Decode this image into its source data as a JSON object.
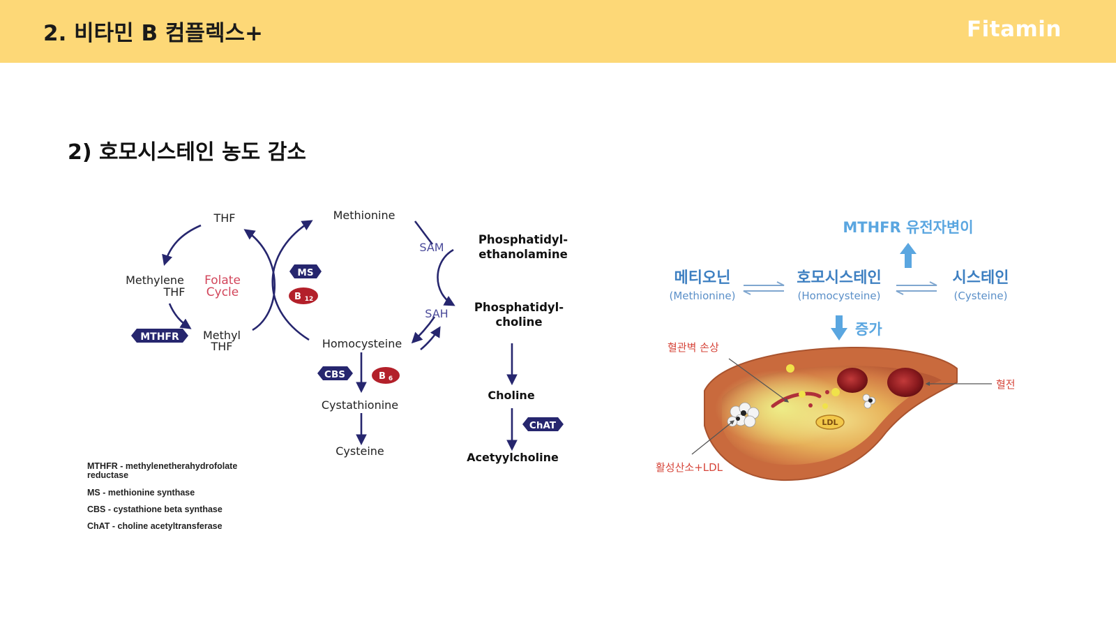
{
  "header": {
    "title": "2. 비타민 B 컴플렉스+",
    "brand": "Fitamin",
    "bg_color": "#fdd877"
  },
  "section": {
    "title": "2) 호모시스테인 농도 감소"
  },
  "pathway": {
    "thf": "THF",
    "methylene_1": "Methylene",
    "methylene_2": "THF",
    "folate_1": "Folate",
    "folate_2": "Cycle",
    "mthfr": "MTHFR",
    "methyl_1": "Methyl",
    "methyl_2": "THF",
    "methionine": "Methionine",
    "ms": "MS",
    "b12_base": "B",
    "b12_sub": "12",
    "homocysteine": "Homocysteine",
    "sam": "SAM",
    "sah": "SAH",
    "pe_1": "Phosphatidyl-",
    "pe_2": "ethanolamine",
    "pc_1": "Phosphatidyl-",
    "pc_2": "choline",
    "cbs": "CBS",
    "b6_base": "B",
    "b6_sub": "6",
    "cystathionine": "Cystathionine",
    "cysteine": "Cysteine",
    "choline": "Choline",
    "chat": "ChAT",
    "acetylcholine": "Acetyylcholine",
    "navy": "#26266e",
    "red": "#b3202a",
    "folate_color": "#d2455a"
  },
  "legend": [
    {
      "line1": "MTHFR - methylenetherahydrofolate",
      "line2": "reductase"
    },
    {
      "line1": "MS - methionine synthase",
      "line2": ""
    },
    {
      "line1": "CBS - cystathione beta synthase",
      "line2": ""
    },
    {
      "line1": "ChAT - choline acetyltransferase",
      "line2": ""
    }
  ],
  "right_diagram": {
    "mthfr_mutation": "MTHFR 유전자변이",
    "methionine_ko": "메티오닌",
    "methionine_en": "(Methionine)",
    "homocysteine_ko": "호모시스테인",
    "homocysteine_en": "(Homocysteine)",
    "cysteine_ko": "시스테인",
    "cysteine_en": "(Cysteine)",
    "increase": "증가",
    "vessel_damage": "혈관벽 손상",
    "thrombus": "혈전",
    "ros_ldl": "활성산소+LDL",
    "ldl": "LDL",
    "blue": "#3d7fc1",
    "light_blue": "#5aa6e0",
    "label_red": "#d6453a"
  }
}
